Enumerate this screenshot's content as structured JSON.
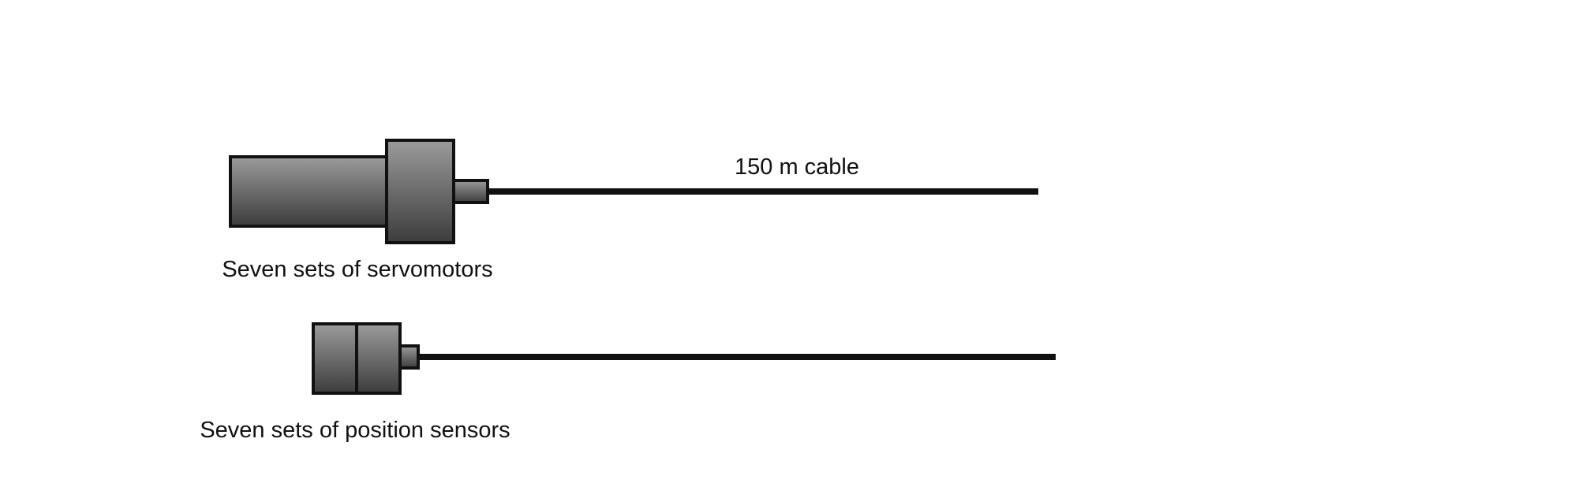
{
  "cable_label": "150 m cable",
  "servomotor_label": "Seven sets of servomotors",
  "sensor_label": "Seven sets of position sensors",
  "colors": {
    "outline": "#111111",
    "fill_top": "#9b9b9b",
    "fill_bottom": "#3c3c3c",
    "background": "#ffffff"
  }
}
